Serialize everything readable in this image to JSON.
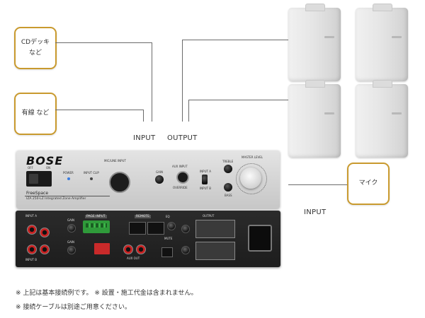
{
  "sources": {
    "cd_deck": "CDデッキ\nなど",
    "yusen": "有線 など",
    "mic": "マイク"
  },
  "labels": {
    "input_left": "INPUT",
    "output": "OUTPUT",
    "input_right": "INPUT"
  },
  "amplifier": {
    "brand": "BOSE",
    "model": "FreeSpace",
    "model_sub": "IZA 250-LZ Integrated Zone Amplifier",
    "front": {
      "off": "OFF",
      "on": "ON",
      "power": "POWER",
      "input_clip": "INPUT CLIP",
      "mic_line_input": "MIC/LINE INPUT",
      "gain": "GAIN",
      "aux_input": "AUX INPUT",
      "override": "OVERRIDE",
      "input_a": "INPUT A",
      "input_b": "INPUT B",
      "treble": "TREBLE",
      "bass": "BASS",
      "master_level": "MASTER LEVEL"
    },
    "rear": {
      "input_a": "INPUT A",
      "input_b": "INPUT B",
      "gain": "GAIN",
      "page_input": "PAGE INPUT",
      "remote": "REMOTE",
      "eq": "EQ",
      "output": "OUTPUT",
      "aux_out": "AUX OUT",
      "mute": "MUTE"
    }
  },
  "notes": [
    "※ 上記は基本接続例です。 ※ 設置・施工代金は含まれません。",
    "※ 接続ケーブルは別途ご用意ください。"
  ],
  "colors": {
    "box_border": "#c99a2e",
    "wire": "#6b6b6b",
    "rca_red": "#c82020",
    "terminal_green": "#2f9a3a"
  }
}
